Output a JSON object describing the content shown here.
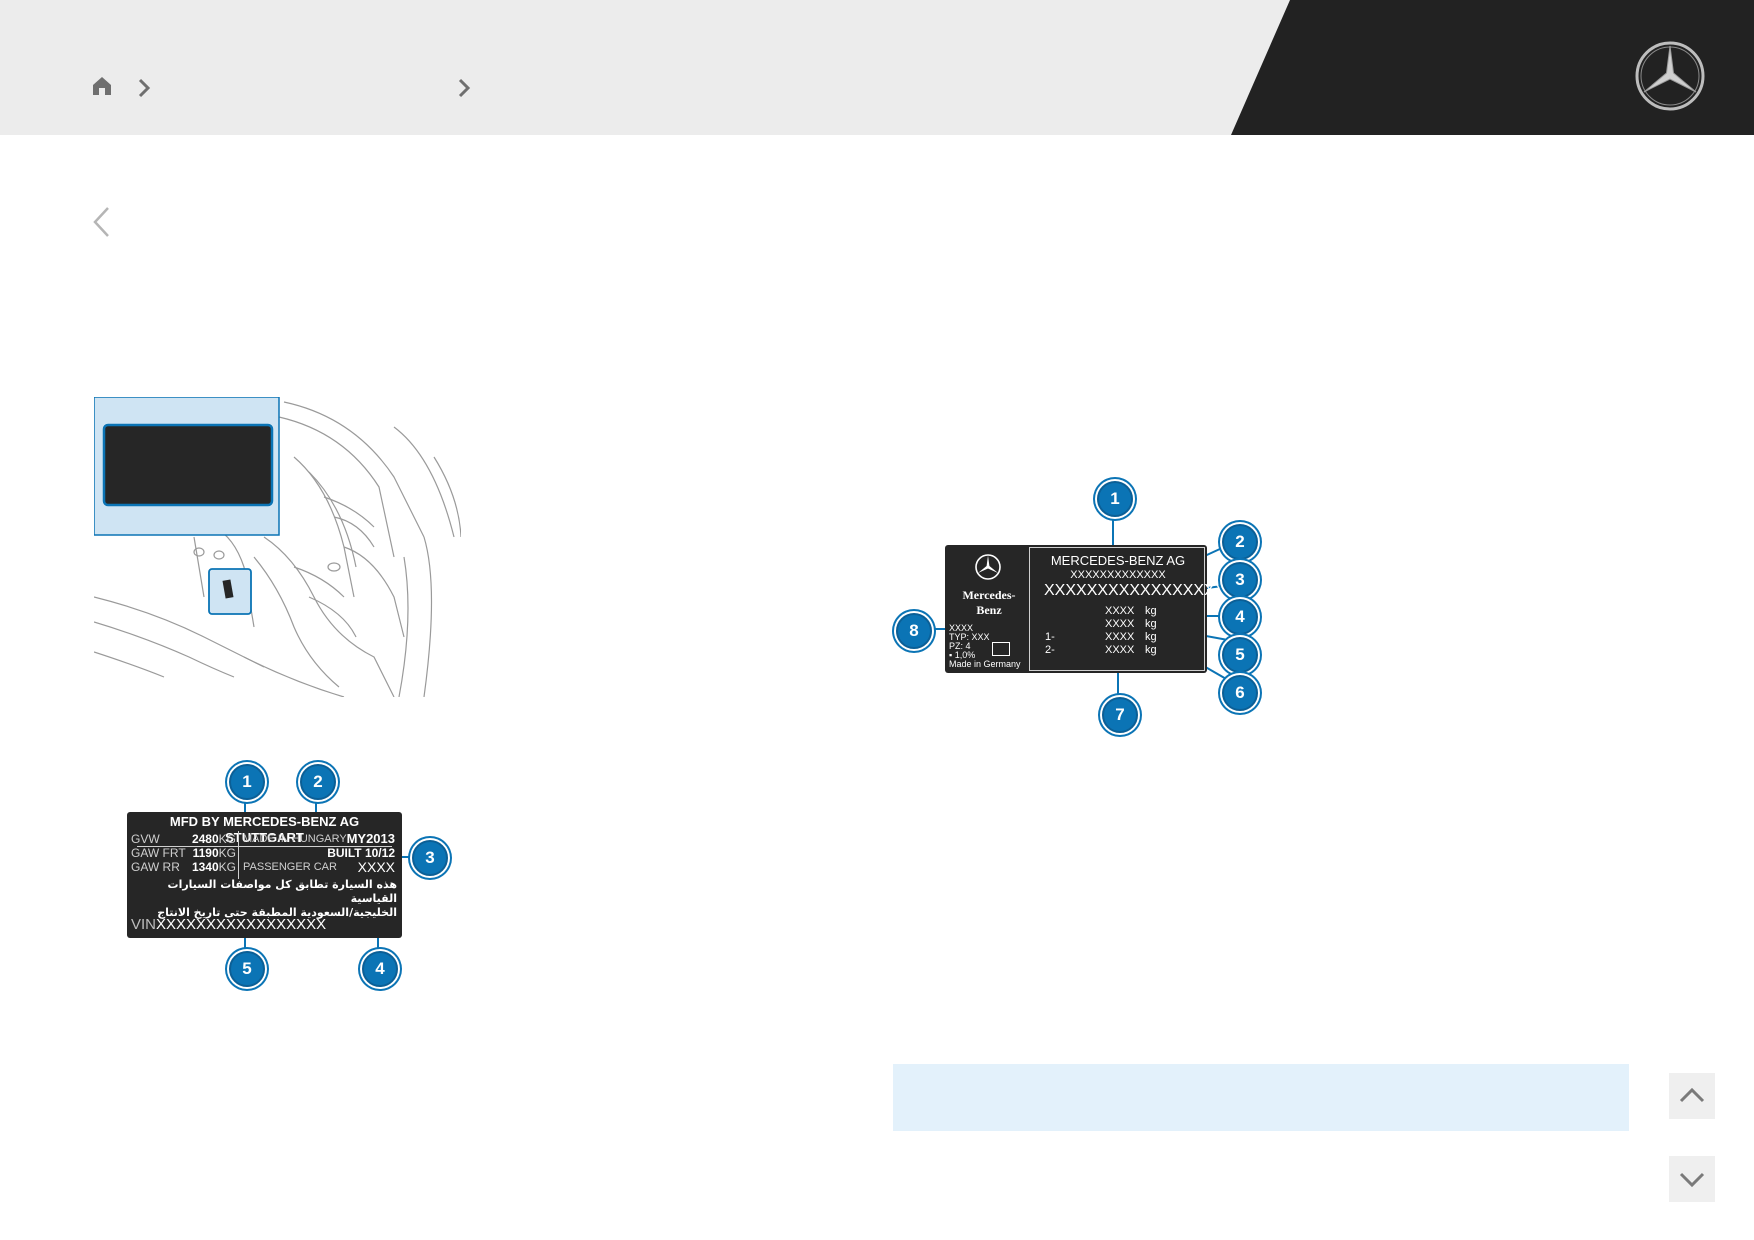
{
  "header": {
    "brand_icon": "mercedes-star-icon",
    "breadcrumb": {
      "home_icon": "home-icon",
      "separator_icon": "chevron-right-icon"
    }
  },
  "nav": {
    "back_icon": "chevron-left-icon",
    "scroll_up_icon": "chevron-up-icon",
    "scroll_down_icon": "chevron-down-icon"
  },
  "plate_gcc": {
    "title": "MFD BY MERCEDES-BENZ AG STUTTGART",
    "gvw_label": "GVW",
    "gvw_value": "2480",
    "gvw_unit": "KG",
    "gaw_frt_label": "GAW FRT",
    "gaw_frt_value": "1190",
    "gaw_frt_unit": "KG",
    "gaw_rr_label": "GAW RR",
    "gaw_rr_value": "1340",
    "gaw_rr_unit": "KG",
    "made_in": "MADE IN HUNGARY",
    "model_year": "MY2013",
    "built": "BUILT 10/12",
    "category": "PASSENGER CAR",
    "code": "XXXX",
    "arabic_line1": "هذه السيارة تطابق كل مواصفات السيارات القياسية",
    "arabic_line2": "الخليجية/السعودية المطبقة حتى تاريخ الانتاج",
    "vin_label": "VIN",
    "vin_value": "XXXXXXXXXXXXXXXXX",
    "callouts": [
      "1",
      "2",
      "3",
      "4",
      "5"
    ]
  },
  "plate_eu": {
    "brand": "Mercedes-Benz",
    "manufacturer": "MERCEDES-BENZ AG",
    "approval": "XXXXXXXXXXXXX",
    "vin": "XXXXXXXXXXXXXXXXX",
    "weights": [
      {
        "prefix": "",
        "value": "XXXX",
        "unit": "kg"
      },
      {
        "prefix": "",
        "value": "XXXX",
        "unit": "kg"
      },
      {
        "prefix": "1-",
        "value": "XXXX",
        "unit": "kg"
      },
      {
        "prefix": "2-",
        "value": "XXXX",
        "unit": "kg"
      }
    ],
    "side_code": "XXXX",
    "typ": "TYP: XXX",
    "pz": "PZ:  4",
    "co2": "1,0%",
    "made_in": "Made in Germany",
    "callouts": [
      "1",
      "2",
      "3",
      "4",
      "5",
      "6",
      "7",
      "8"
    ]
  },
  "colors": {
    "header_bg": "#ececec",
    "header_dark": "#222222",
    "callout_blue": "#0b74b5",
    "highlight_blue": "#cfe4f3",
    "info_box": "#e3f1fb"
  }
}
